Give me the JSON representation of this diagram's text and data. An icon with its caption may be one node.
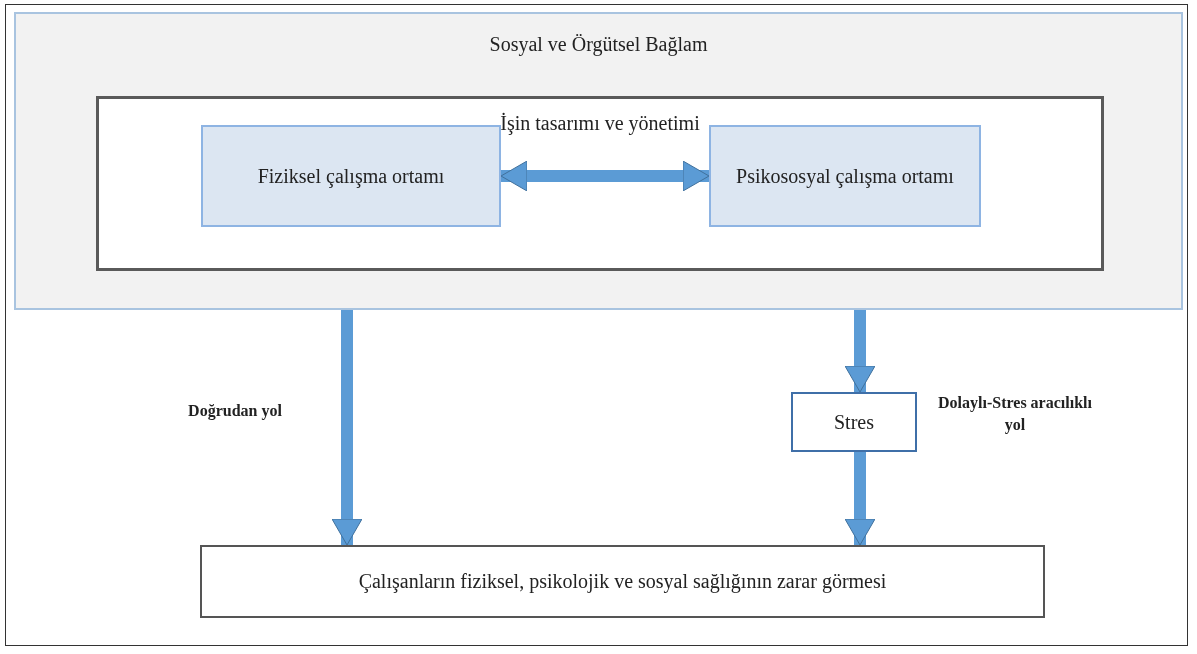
{
  "diagram": {
    "nodes": [
      {
        "text": [
          "Sosyal ve Örgütsel Bağlam"
        ]
      },
      {
        "text": [
          "İşin tasarımı ve yönetimi"
        ],
        "in": 0
      },
      {
        "text": [
          "Fiziksel çalışma ortamı"
        ],
        "in": 1
      },
      {
        "text": [
          "Psikososyal çalışma ortamı"
        ],
        "in": 1
      },
      {
        "text": [
          "Stres"
        ],
        "beside": [
          "Dolaylı-Stres aracılıklı yol"
        ]
      },
      {
        "text": [
          "Çalışanların fiziksel, psikolojik ve sosyal sağlığının zarar görmesi"
        ]
      }
    ],
    "edges": [
      {
        "from": 2,
        "to": 3,
        "arrow": "both"
      },
      {
        "from": 0,
        "to": 5,
        "arrow": "to",
        "label": "Doğrudan yol"
      },
      {
        "from": 0,
        "to": 4,
        "arrow": "to"
      },
      {
        "from": 4,
        "to": 5,
        "arrow": "to"
      }
    ]
  }
}
